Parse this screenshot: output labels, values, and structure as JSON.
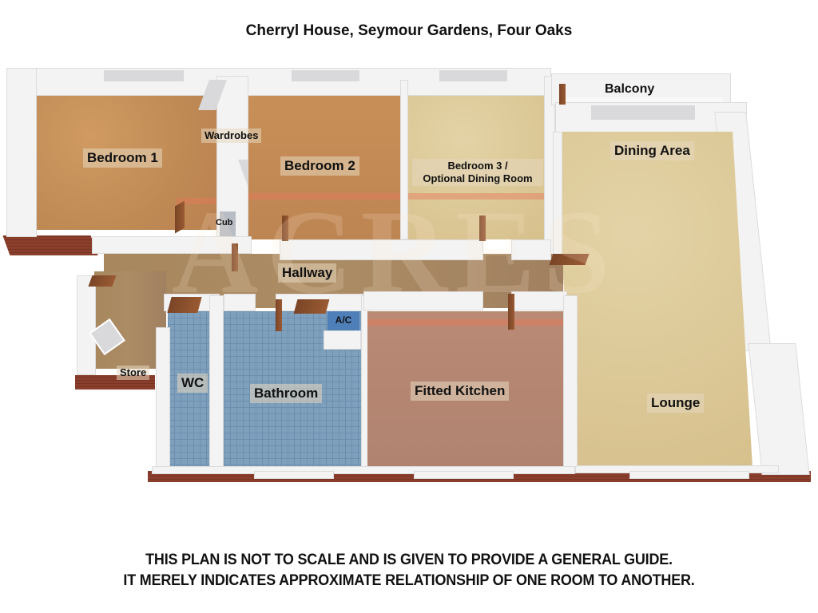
{
  "header": {
    "title": "Cherryl House, Seymour Gardens, Four Oaks"
  },
  "rooms": {
    "bedroom1": "Bedroom 1",
    "wardrobes": "Wardrobes",
    "bedroom2": "Bedroom 2",
    "bedroom3_line1": "Bedroom 3 /",
    "bedroom3_line2": "Optional Dining Room",
    "balcony": "Balcony",
    "dining_area": "Dining Area",
    "cub": "Cub",
    "hallway": "Hallway",
    "ac": "A/C",
    "store": "Store",
    "wc": "WC",
    "bathroom": "Bathroom",
    "fitted_kitchen": "Fitted Kitchen",
    "lounge": "Lounge"
  },
  "watermark": {
    "text": "ACRES"
  },
  "footer": {
    "line1": "THIS PLAN IS NOT TO SCALE AND IS GIVEN TO PROVIDE A GENERAL GUIDE.",
    "line2": "IT MERELY INDICATES APPROXIMATE RELATIONSHIP OF ONE ROOM TO ANOTHER."
  },
  "colors": {
    "wall": "#f3f3f3",
    "brick": "#8a3e2c",
    "carpet_tan": "#c08a55",
    "carpet_beige": "#dccb9a",
    "hall_carpet": "#a8875e",
    "kitchen_floor": "#b58672",
    "tiles": "#7fa0bd",
    "ac_panel": "#4f7fb9"
  }
}
